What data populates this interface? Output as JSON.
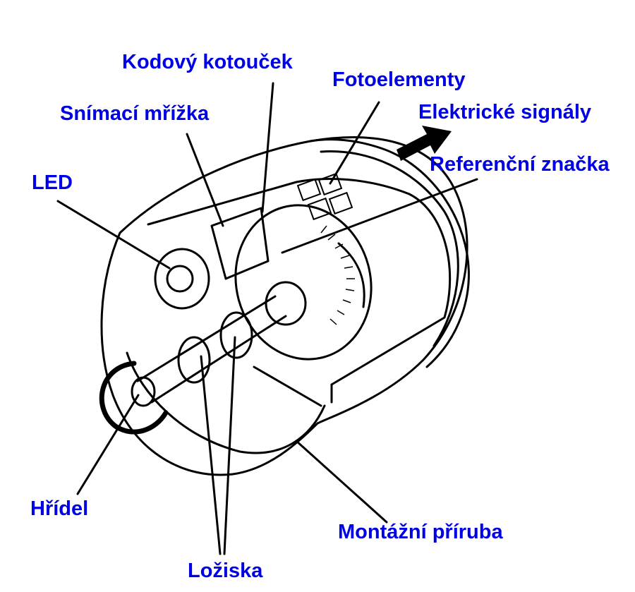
{
  "diagram": {
    "label_color": "#0000e6",
    "line_color": "#000000",
    "labels": {
      "kodovy_kotoucek": "Kodový kotouček",
      "fotoelementy": "Fotoelementy",
      "snimaci_mrizka": "Snímací mřížka",
      "elektricke_signaly": "Elektrické signály",
      "referencni_znacka": "Referenční značka",
      "led": "LED",
      "hridel": "Hřídel",
      "montazni_priruba": "Montážní příruba",
      "loziska": "Ložiska"
    }
  }
}
